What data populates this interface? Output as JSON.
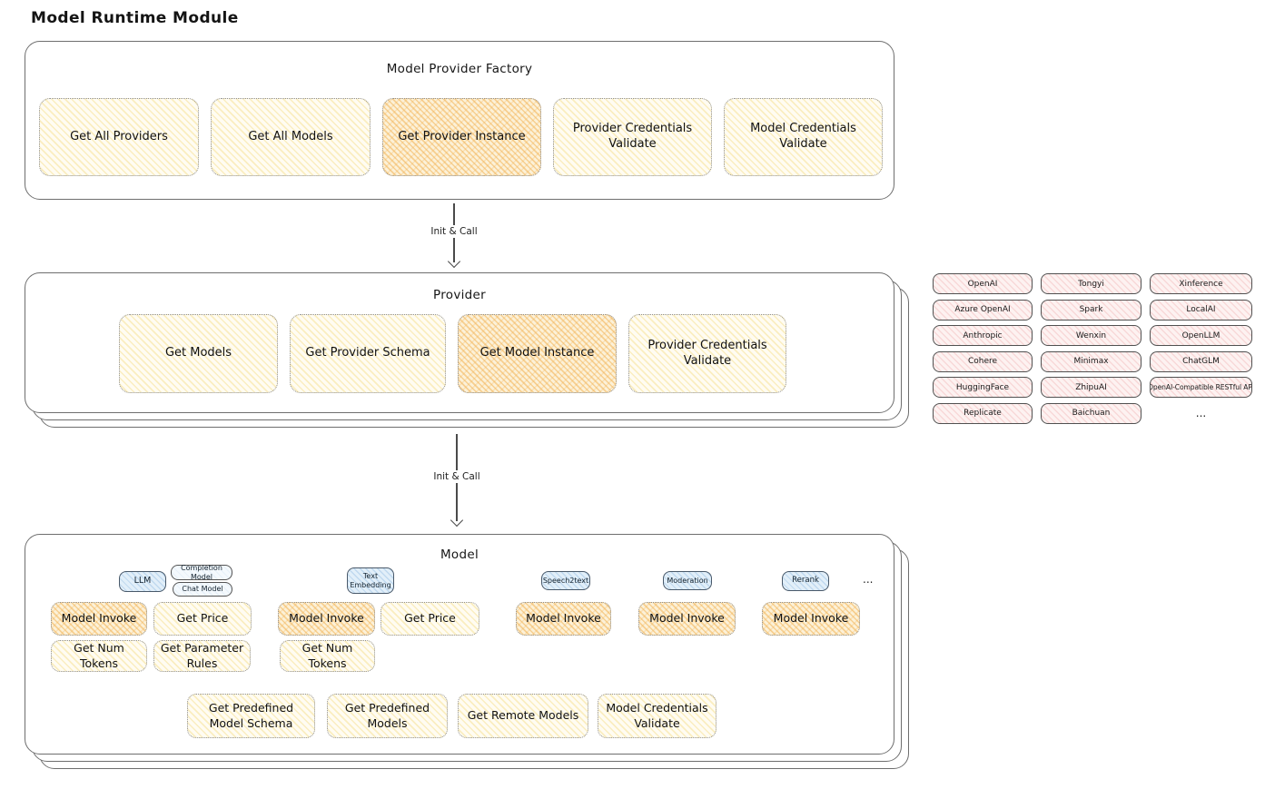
{
  "page_title": "Model Runtime Module",
  "colors": {
    "node_yellow_bg": "#fffcf2",
    "node_yellow_hatch": "#f6de8d",
    "node_orange_bg": "#fcf1d8",
    "node_orange_hatch": "#f2b356",
    "tag_blue_bg": "#e2eff9",
    "provider_pink_bg": "#fdf2f1",
    "provider_pink_hatch": "#eca2a2",
    "ink": "#1d1d1d"
  },
  "factory": {
    "title": "Model Provider Factory",
    "buttons": [
      {
        "label": "Get All Providers",
        "highlighted": false
      },
      {
        "label": "Get All Models",
        "highlighted": false
      },
      {
        "label": "Get Provider Instance",
        "highlighted": true
      },
      {
        "label": "Provider Credentials Validate",
        "highlighted": false
      },
      {
        "label": "Model Credentials Validate",
        "highlighted": false
      }
    ]
  },
  "arrow1": {
    "label": "Init & Call"
  },
  "provider": {
    "title": "Provider",
    "buttons": [
      {
        "label": "Get Models",
        "highlighted": false
      },
      {
        "label": "Get Provider Schema",
        "highlighted": false
      },
      {
        "label": "Get Model Instance",
        "highlighted": true
      },
      {
        "label": "Provider Credentials Validate",
        "highlighted": false
      }
    ]
  },
  "providers_list": {
    "col1": [
      "OpenAI",
      "Azure OpenAI",
      "Anthropic",
      "Cohere",
      "HuggingFace",
      "Replicate"
    ],
    "col2": [
      "Tongyi",
      "Spark",
      "Wenxin",
      "Minimax",
      "ZhipuAI",
      "Baichuan"
    ],
    "col3": [
      "Xinference",
      "LocalAI",
      "OpenLLM",
      "ChatGLM",
      "OpenAI-Compatible RESTful API"
    ],
    "more": "..."
  },
  "arrow2": {
    "label": "Init & Call"
  },
  "model": {
    "title": "Model",
    "tags": {
      "llm": "LLM",
      "completion": "Completion Model",
      "chat": "Chat Model",
      "text_embedding": "Text Embedding",
      "speech2text": "Speech2text",
      "moderation": "Moderation",
      "rerank": "Rerank",
      "more": "..."
    },
    "buttons": {
      "llm_model_invoke": "Model Invoke",
      "llm_get_price": "Get Price",
      "llm_get_num_tokens": "Get Num Tokens",
      "llm_get_parameter_rules": "Get Parameter Rules",
      "te_model_invoke": "Model Invoke",
      "te_get_price": "Get Price",
      "te_get_num_tokens": "Get Num Tokens",
      "s2t_model_invoke": "Model Invoke",
      "moderation_model_invoke": "Model Invoke",
      "rerank_model_invoke": "Model Invoke",
      "get_predefined_model_schema": "Get Predefined Model Schema",
      "get_predefined_models": "Get Predefined Models",
      "get_remote_models": "Get Remote Models",
      "model_credentials_validate": "Model Credentials Validate"
    }
  }
}
